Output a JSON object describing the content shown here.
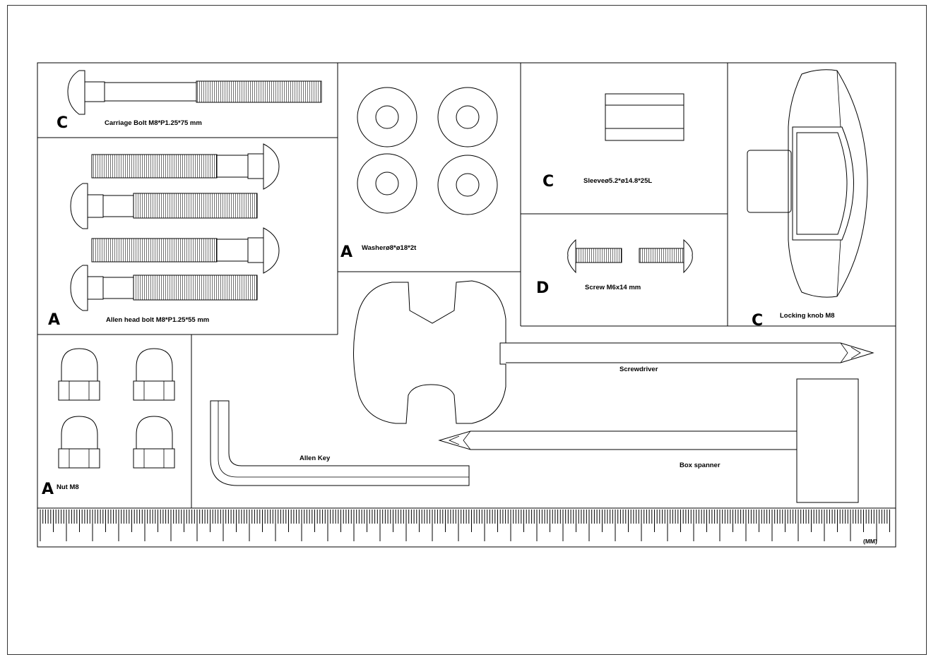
{
  "parts": {
    "carriage_bolt": {
      "letter": "C",
      "label": "Carriage Bolt M8*P1.25*75 mm"
    },
    "allen_bolt": {
      "letter": "A",
      "label": "Allen head bolt  M8*P1.25*55 mm"
    },
    "washer": {
      "letter": "A",
      "label": "Washerø8*ø18*2t"
    },
    "sleeve": {
      "letter": "C",
      "label": "Sleeveø5.2*ø14.8*25L"
    },
    "screw": {
      "letter": "D",
      "label": "Screw M6x14 mm"
    },
    "knob": {
      "letter": "C",
      "label": "Locking knob M8"
    },
    "nut": {
      "letter": "A",
      "label": "Nut M8"
    },
    "allen_key": {
      "label": "Allen Key"
    },
    "screwdriver": {
      "label": "Screwdriver"
    },
    "box_spanner": {
      "label": "Box spanner"
    }
  },
  "ruler": {
    "unit": "(MM)"
  }
}
